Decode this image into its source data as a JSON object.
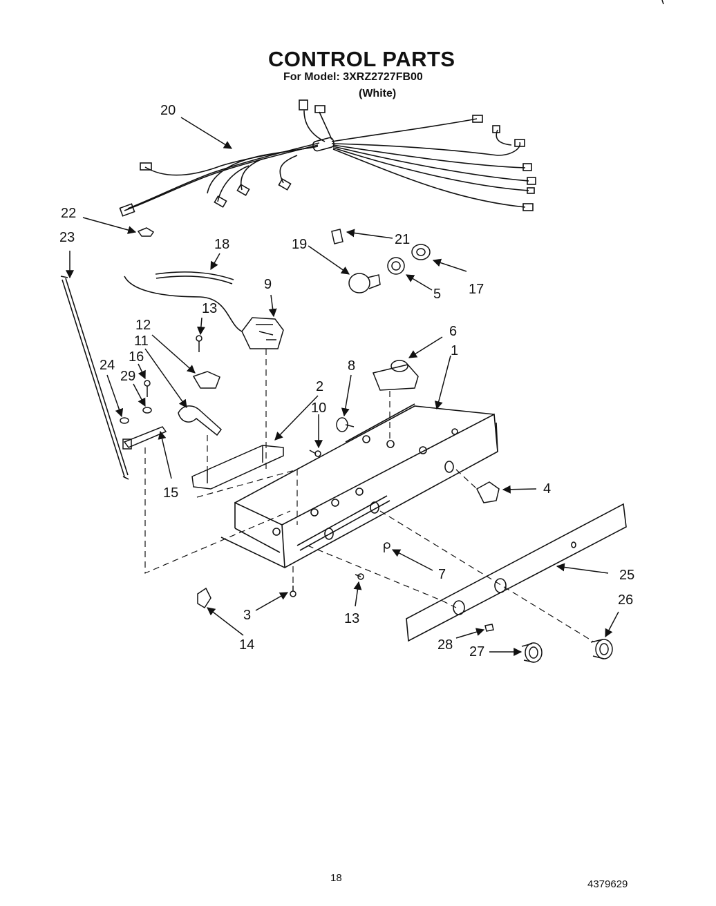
{
  "header": {
    "title": "CONTROL PARTS",
    "model_line": "For Model: 3XRZ2727FB00",
    "color_line": "(White)"
  },
  "callouts": [
    "20",
    "22",
    "23",
    "18",
    "19",
    "21",
    "5",
    "17",
    "9",
    "13",
    "12",
    "11",
    "16",
    "29",
    "24",
    "6",
    "8",
    "1",
    "2",
    "10",
    "4",
    "15",
    "7",
    "25",
    "26",
    "3",
    "13",
    "14",
    "28",
    "27"
  ],
  "footer": {
    "page_number": "18",
    "document_number": "4379629"
  }
}
